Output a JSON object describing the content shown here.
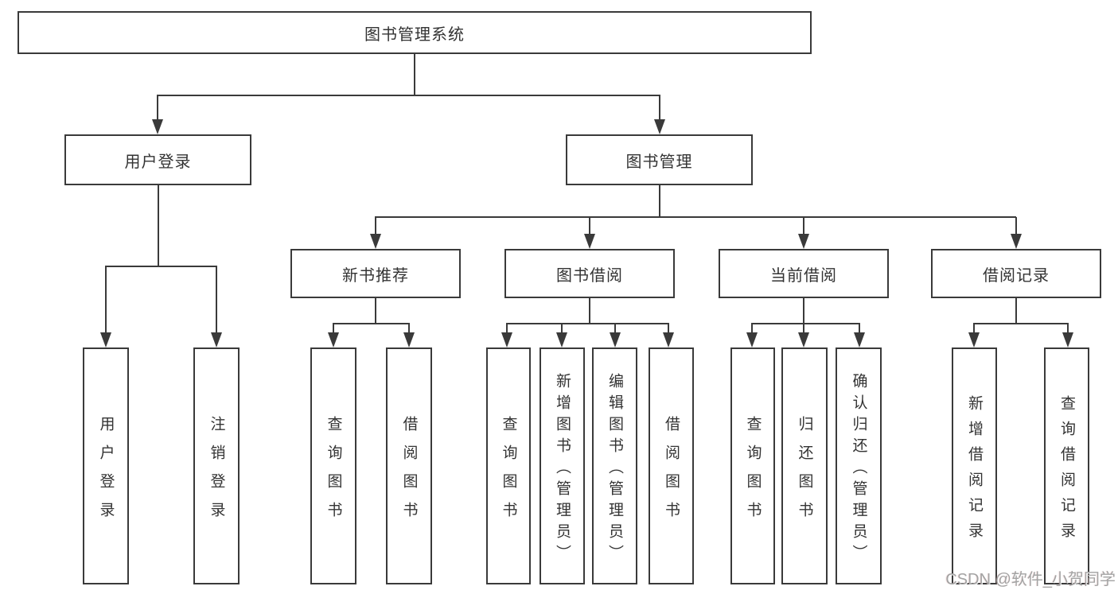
{
  "diagram": {
    "type": "hierarchy-tree",
    "title": "图书管理系统"
  },
  "colors": {
    "line": "#3a3a3a",
    "text": "#333333",
    "background": "#ffffff",
    "watermark": "#a3a3a3"
  },
  "tree": {
    "label": "图书管理系统",
    "children": [
      {
        "label": "用户登录",
        "children": [
          {
            "label": "用户登录"
          },
          {
            "label": "注销登录"
          }
        ]
      },
      {
        "label": "图书管理",
        "children": [
          {
            "label": "新书推荐",
            "children": [
              {
                "label": "查询图书"
              },
              {
                "label": "借阅图书"
              }
            ]
          },
          {
            "label": "图书借阅",
            "children": [
              {
                "label": "查询图书"
              },
              {
                "label": "新增图书（管理员）"
              },
              {
                "label": "编辑图书（管理员）"
              },
              {
                "label": "借阅图书"
              }
            ]
          },
          {
            "label": "当前借阅",
            "children": [
              {
                "label": "查询图书"
              },
              {
                "label": "归还图书"
              },
              {
                "label": "确认归还（管理员）"
              }
            ]
          },
          {
            "label": "借阅记录",
            "children": [
              {
                "label": "新增借阅记录"
              },
              {
                "label": "查询借阅记录"
              }
            ]
          }
        ]
      }
    ]
  },
  "watermark": "CSDN @软件_小贺同学"
}
